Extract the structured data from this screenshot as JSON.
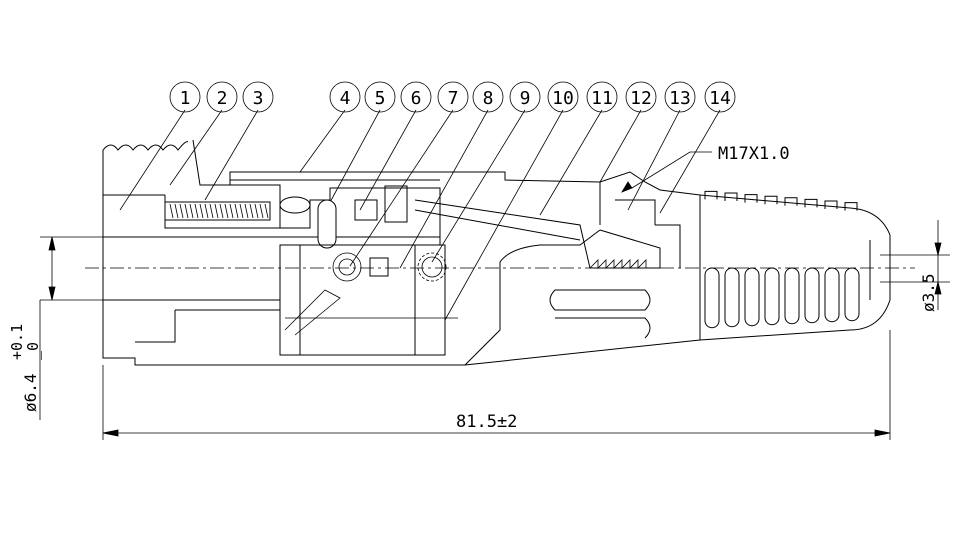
{
  "callouts": [
    {
      "label": "1"
    },
    {
      "label": "2"
    },
    {
      "label": "3"
    },
    {
      "label": "4"
    },
    {
      "label": "5"
    },
    {
      "label": "6"
    },
    {
      "label": "7"
    },
    {
      "label": "8"
    },
    {
      "label": "9"
    },
    {
      "label": "10"
    },
    {
      "label": "11"
    },
    {
      "label": "12"
    },
    {
      "label": "13"
    },
    {
      "label": "14"
    }
  ],
  "dimensions": {
    "thread": "M17X1.0",
    "right_diameter": "ø3.5",
    "left_diameter": "ø6.4",
    "left_tol_upper": "+0.1",
    "left_tol_lower": "_0",
    "length": "81.5±2"
  }
}
